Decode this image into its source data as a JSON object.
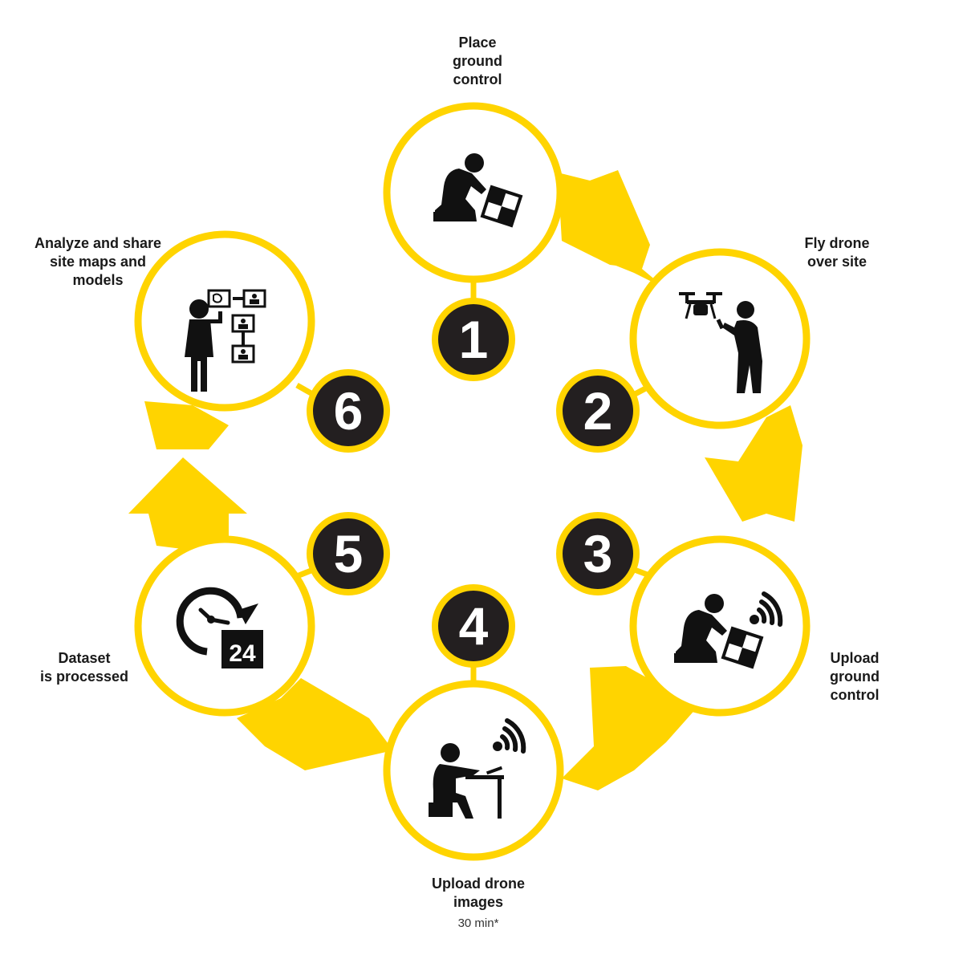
{
  "colors": {
    "accent": "#FFD400",
    "badge": "#231f20",
    "icon": "#111111",
    "text": "#1a1a1a"
  },
  "steps": [
    {
      "number": "1",
      "label": "Place\nground\ncontrol",
      "icon": "kneeling-person-marker-icon"
    },
    {
      "number": "2",
      "label": "Fly drone\nover site",
      "icon": "person-flying-drone-icon"
    },
    {
      "number": "3",
      "label": "Upload\nground\ncontrol",
      "icon": "kneeling-person-marker-wifi-icon"
    },
    {
      "number": "4",
      "label": "Upload drone\nimages",
      "sublabel": "30 min*",
      "icon": "person-laptop-wifi-icon"
    },
    {
      "number": "5",
      "label": "Dataset\nis processed",
      "icon": "clock-24-icon"
    },
    {
      "number": "6",
      "label": "Analyze and share\nsite maps and\nmodels",
      "icon": "presenter-sharing-icon"
    }
  ]
}
